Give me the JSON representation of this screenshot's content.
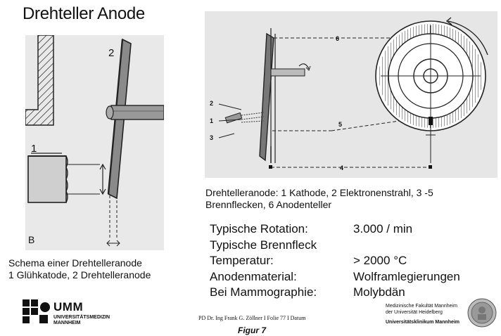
{
  "slide": {
    "title": "Drehteller Anode"
  },
  "left_figure": {
    "label_1": "1",
    "label_2": "2",
    "label_b": "B",
    "caption_line1": "Schema einer Drehtelleranode",
    "caption_line2": "1 Glühkatode, 2 Drehtelleranode"
  },
  "right_figure": {
    "label_2": "2",
    "label_1": "1",
    "label_3": "3",
    "label_4": "4",
    "label_5": "5",
    "label_6": "6",
    "caption_line1": "Drehtelleranode: 1 Kathode, 2 Elektronenstrahl, 3 -5",
    "caption_line2": "Brennflecken, 6 Anodenteller"
  },
  "specs": [
    {
      "label": "Typische Rotation:",
      "value": "3.000 / min"
    },
    {
      "label": "Typische Brennfleck",
      "value": ""
    },
    {
      "label": "Temperatur:",
      "value": "> 2000 °C"
    },
    {
      "label": "Anodenmaterial:",
      "value": "Wolframlegierungen"
    },
    {
      "label": "Bei Mammographie:",
      "value": "Molybdän"
    }
  ],
  "footer": {
    "text": "PD Dr. Ing Frank G. Zöllner I Folie 77 I Datum",
    "figure_label": "Figur 7"
  },
  "logo_umm": {
    "name": "UMM",
    "sub1": "UNIVERSITÄTSMEDIZIN",
    "sub2": "MANNHEIM"
  },
  "logo_heidelberg": {
    "line1": "Medizinische Fakultät Mannheim",
    "line2": "der Universität Heidelberg",
    "line3": "Universitätsklinikum Mannheim"
  }
}
